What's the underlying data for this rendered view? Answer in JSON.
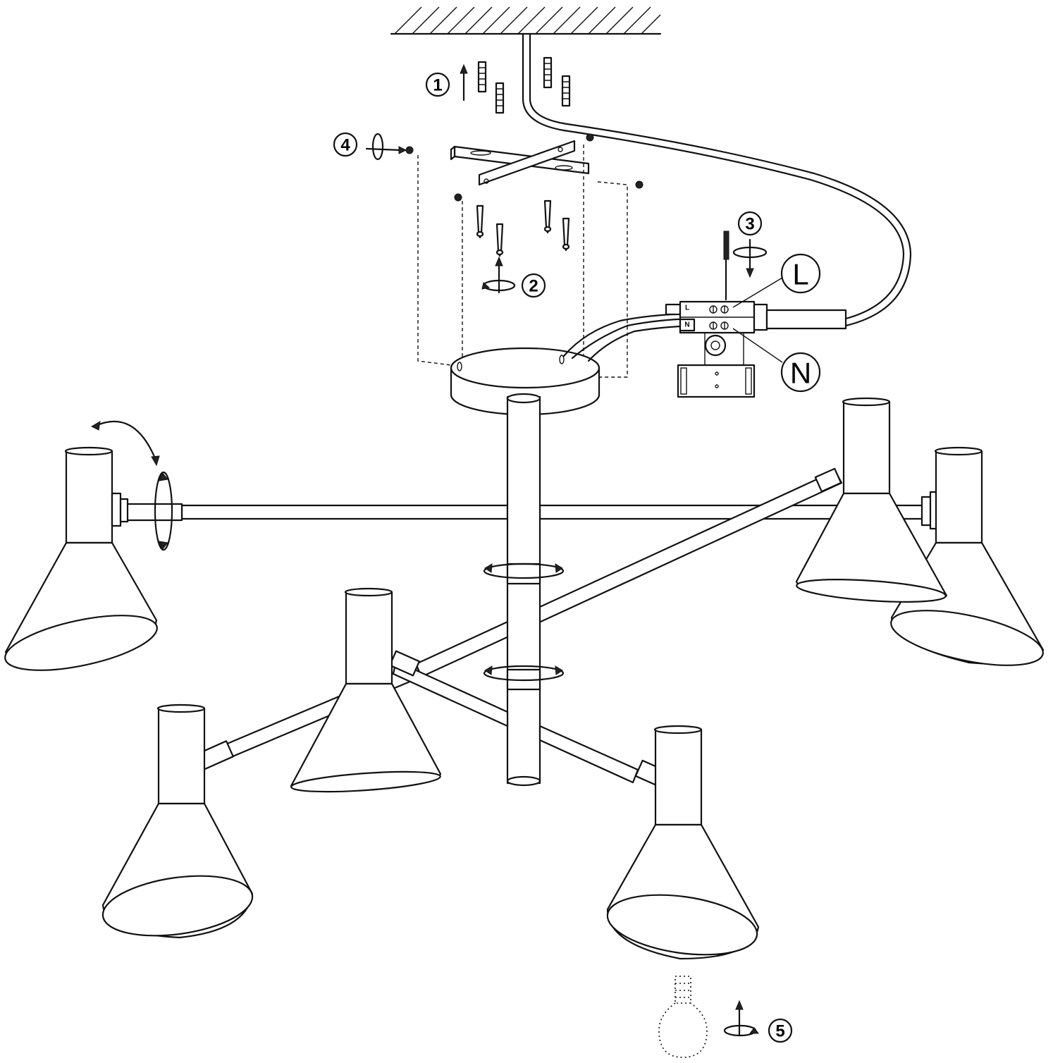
{
  "diagram": {
    "steps": [
      {
        "id": "1",
        "label": "1"
      },
      {
        "id": "2",
        "label": "2"
      },
      {
        "id": "3",
        "label": "3"
      },
      {
        "id": "4",
        "label": "4"
      },
      {
        "id": "5",
        "label": "5"
      }
    ],
    "terminal_callouts": {
      "live": "L",
      "neutral": "N"
    },
    "terminal_block_marks": {
      "top": "L",
      "bottom": "N"
    }
  }
}
